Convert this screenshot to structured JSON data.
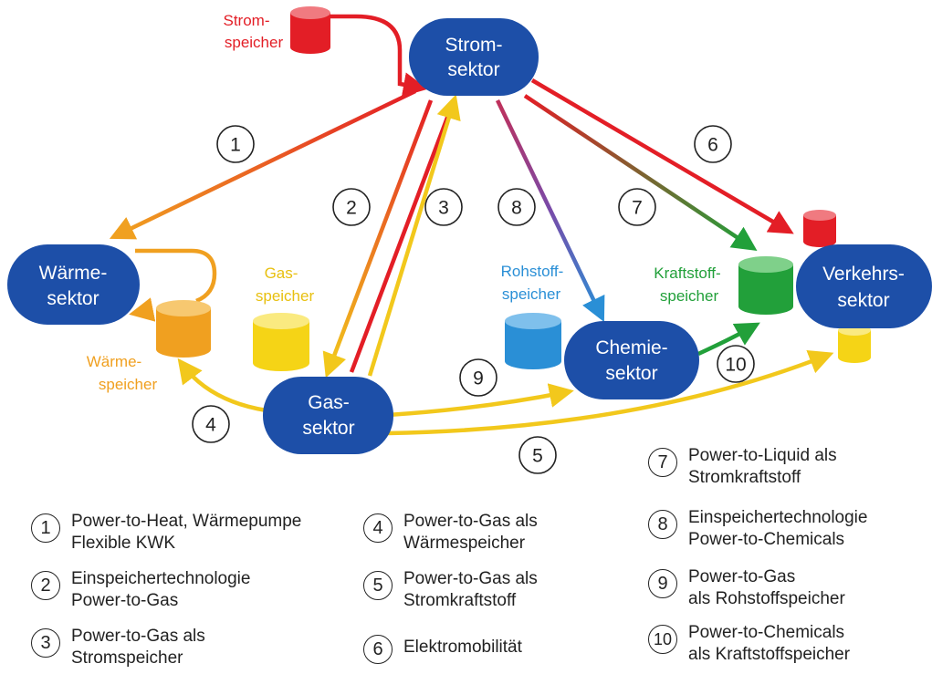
{
  "sectors": {
    "strom": [
      "Strom-",
      "sektor"
    ],
    "waerme": [
      "Wärme-",
      "sektor"
    ],
    "gas": [
      "Gas-",
      "sektor"
    ],
    "chemie": [
      "Chemie-",
      "sektor"
    ],
    "verkehr": [
      "Verkehrs-",
      "sektor"
    ]
  },
  "storages": {
    "strom": [
      "Strom-",
      "speicher"
    ],
    "gas": [
      "Gas-",
      "speicher"
    ],
    "waerme": [
      "Wärme-",
      "speicher"
    ],
    "rohstoff": [
      "Rohstoff-",
      "speicher"
    ],
    "kraftstoff": [
      "Kraftstoff-",
      "speicher"
    ]
  },
  "numbers": [
    "1",
    "2",
    "3",
    "4",
    "5",
    "6",
    "7",
    "8",
    "9",
    "10"
  ],
  "legend": [
    {
      "num": "1",
      "lines": [
        "Power-to-Heat, Wärmepumpe",
        "Flexible KWK"
      ]
    },
    {
      "num": "2",
      "lines": [
        "Einspeichertechnologie",
        "Power-to-Gas"
      ]
    },
    {
      "num": "3",
      "lines": [
        "Power-to-Gas als",
        "Stromspeicher"
      ]
    },
    {
      "num": "4",
      "lines": [
        "Power-to-Gas als",
        "Wärmespeicher"
      ]
    },
    {
      "num": "5",
      "lines": [
        "Power-to-Gas als",
        "Stromkraftstoff"
      ]
    },
    {
      "num": "6",
      "lines": [
        "Elektromobilität"
      ]
    },
    {
      "num": "7",
      "lines": [
        "Power-to-Liquid als",
        "Stromkraftstoff"
      ]
    },
    {
      "num": "8",
      "lines": [
        "Einspeichertechnologie",
        "Power-to-Chemicals"
      ]
    },
    {
      "num": "9",
      "lines": [
        "Power-to-Gas",
        "als Rohstoffspeicher"
      ]
    },
    {
      "num": "10",
      "lines": [
        "Power-to-Chemicals",
        "als Kraftstoffspeicher"
      ]
    }
  ],
  "colors": {
    "sector": "#1d4fa8",
    "strom": "#e31e26",
    "gas": "#f5d416",
    "gasArrow": "#f2c81c",
    "waerme": "#f0a020",
    "rohstoff": "#2a8fd6",
    "kraftstoff": "#22a03a"
  }
}
